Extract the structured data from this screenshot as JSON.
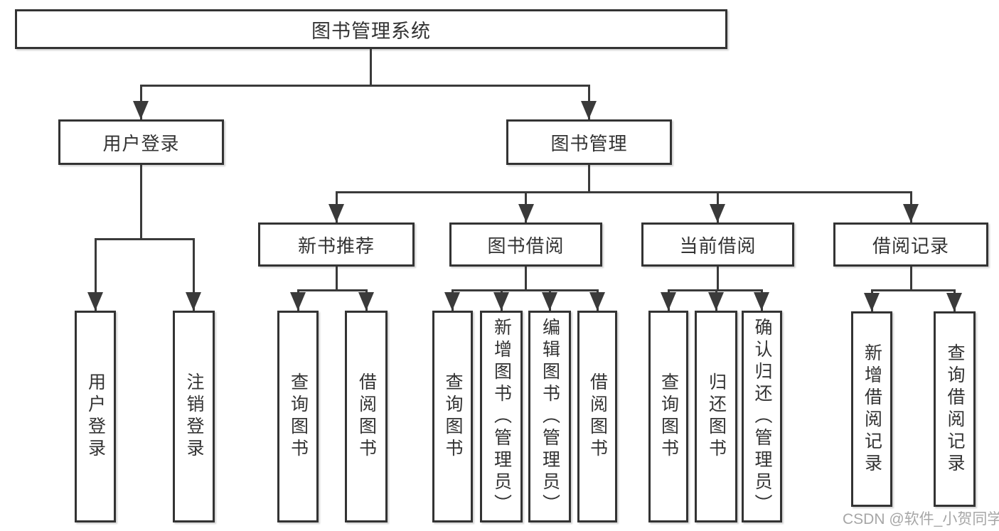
{
  "colors": {
    "line": "#3a3a3a",
    "box_border": "#333333",
    "text": "#333333",
    "background": "#ffffff",
    "watermark_gray": "#969696"
  },
  "tree": {
    "root": "图书管理系统",
    "branches": [
      {
        "label": "用户登录",
        "children": [
          "用户登录",
          "注销登录"
        ]
      },
      {
        "label": "图书管理",
        "groups": [
          {
            "label": "新书推荐",
            "children": [
              "查询图书",
              "借阅图书"
            ]
          },
          {
            "label": "图书借阅",
            "children": [
              "查询图书",
              "新增图书（管理员）",
              "编辑图书（管理员）",
              "借阅图书"
            ]
          },
          {
            "label": "当前借阅",
            "children": [
              "查询图书",
              "归还图书",
              "确认归还（管理员）"
            ]
          },
          {
            "label": "借阅记录",
            "children": [
              "新增借阅记录",
              "查询借阅记录"
            ]
          }
        ]
      }
    ]
  },
  "watermark": "CSDN @软件_小贺同学"
}
